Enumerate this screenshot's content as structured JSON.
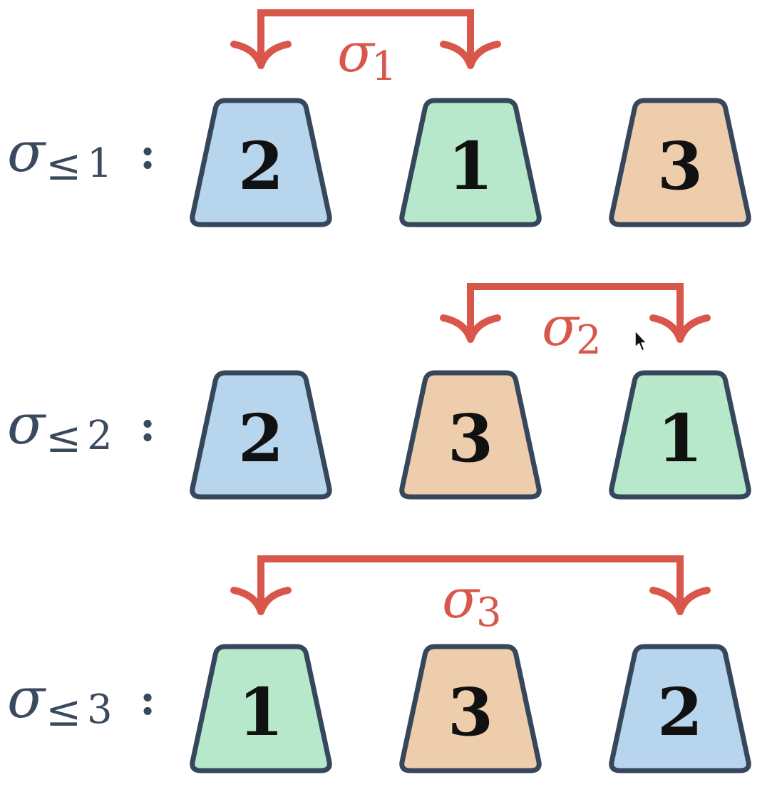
{
  "colors": {
    "blue": "#b8d5ee",
    "green": "#b8e8cb",
    "orange": "#eecdad",
    "outline": "#37475b",
    "arrow": "#d9574a",
    "text": "#3a4a5e"
  },
  "rows": [
    {
      "symbol": "σ",
      "relation": "≤",
      "index": "1",
      "separator": ":",
      "cups": [
        {
          "label": "2",
          "color": "blue"
        },
        {
          "label": "1",
          "color": "green"
        },
        {
          "label": "3",
          "color": "orange"
        }
      ],
      "swap": {
        "symbol": "σ",
        "index": "1",
        "from": 0,
        "to": 1
      }
    },
    {
      "symbol": "σ",
      "relation": "≤",
      "index": "2",
      "separator": ":",
      "cups": [
        {
          "label": "2",
          "color": "blue"
        },
        {
          "label": "3",
          "color": "orange"
        },
        {
          "label": "1",
          "color": "green"
        }
      ],
      "swap": {
        "symbol": "σ",
        "index": "2",
        "from": 1,
        "to": 2
      }
    },
    {
      "symbol": "σ",
      "relation": "≤",
      "index": "3",
      "separator": ":",
      "cups": [
        {
          "label": "1",
          "color": "green"
        },
        {
          "label": "3",
          "color": "orange"
        },
        {
          "label": "2",
          "color": "blue"
        }
      ],
      "swap": {
        "symbol": "σ",
        "index": "3",
        "from": 0,
        "to": 2
      }
    }
  ],
  "cursor_icon": "arrow-cursor-icon"
}
